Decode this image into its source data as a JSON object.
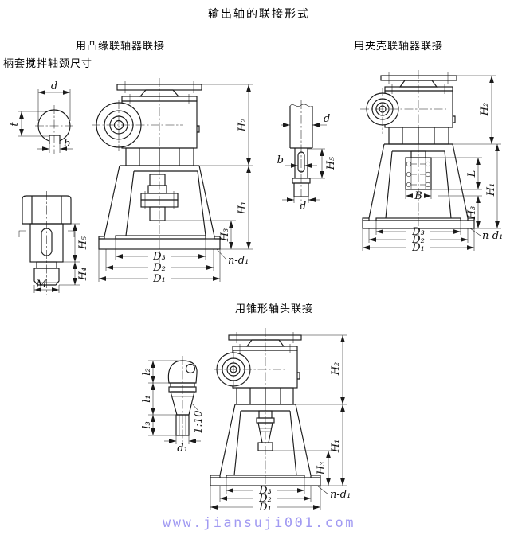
{
  "page": {
    "title": "输出轴的联接形式",
    "watermark": "www.jiansuji001.com",
    "watermark_color": "#a19af2",
    "line_color": "#1a1a1a"
  },
  "figures": {
    "flange": {
      "caption": "用凸缘联轴器联接",
      "dims": {
        "H2": "H₂",
        "H1": "H₁",
        "H3": "H₃",
        "D3": "D₃",
        "D2": "D₂",
        "D1": "D₁",
        "nd1": "n-d₁"
      }
    },
    "journal": {
      "caption": "柄套搅拌轴颈尺寸",
      "dims": {
        "d": "d",
        "t": "t",
        "b": "b"
      },
      "plug_dims": {
        "H5": "H₅",
        "H4": "H₄",
        "M": "M"
      }
    },
    "clamp": {
      "caption": "用夹壳联轴器联接",
      "shaft_dims": {
        "d_top": "d",
        "b": "b",
        "H5": "H₅",
        "d_bottom": "d"
      },
      "dims": {
        "H2": "H₂",
        "L": "L",
        "B": "B",
        "H1": "H₁",
        "H3": "H₃",
        "D3": "D₃",
        "D2": "D₂",
        "D1": "D₁",
        "nd1": "n-d₁"
      }
    },
    "cone": {
      "caption": "用锥形轴头联接",
      "shaft_dims": {
        "l2": "l₂",
        "l1": "l₁",
        "l3": "l₃",
        "taper": "1:10",
        "d1": "d₁"
      },
      "dims": {
        "H2": "H₂",
        "H1": "H₁",
        "H3": "H₃",
        "D3": "D₃",
        "D2": "D₂",
        "D1": "D₁",
        "nd1": "n-d₁"
      }
    }
  }
}
